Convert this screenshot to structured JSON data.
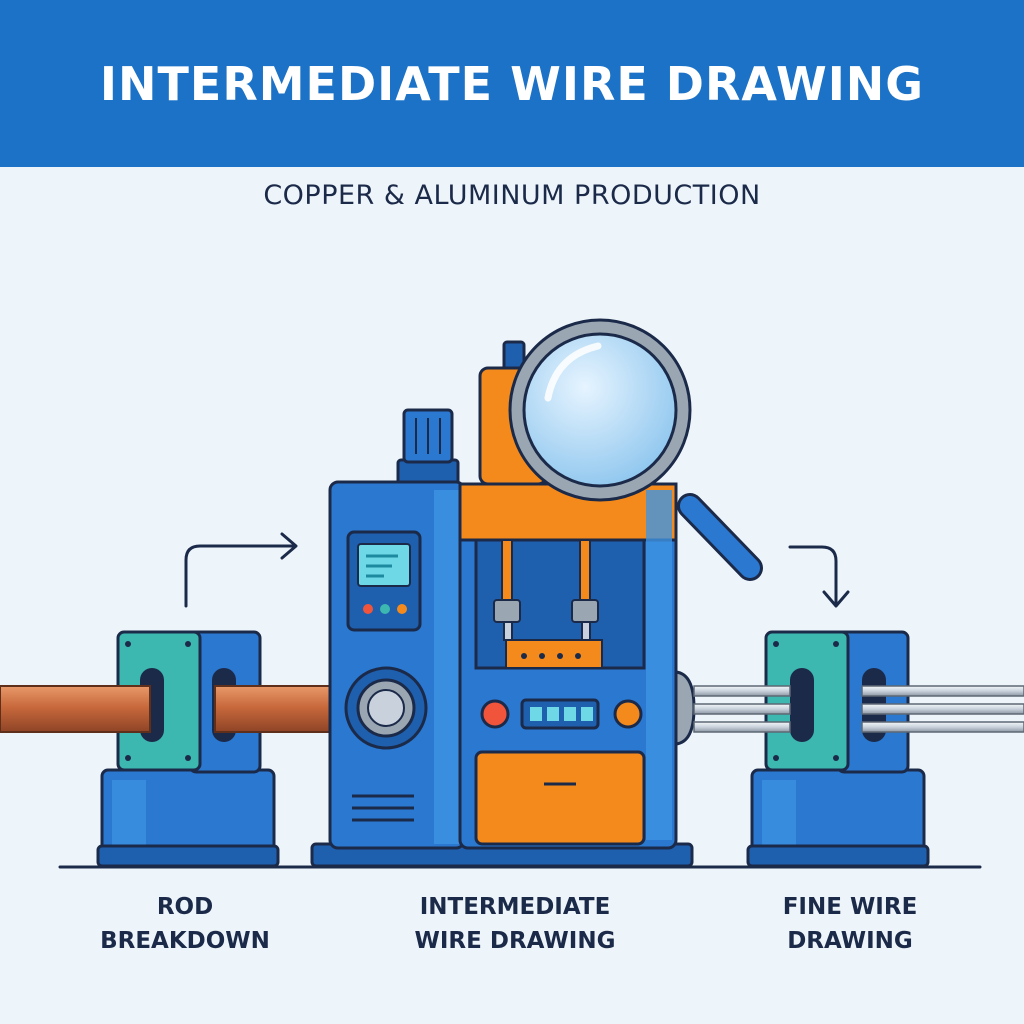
{
  "header": {
    "title": "INTERMEDIATE WIRE DRAWING",
    "subtitle": "COPPER & ALUMINUM PRODUCTION"
  },
  "stages": [
    {
      "id": "rod",
      "label": "ROD\nBREAKDOWN"
    },
    {
      "id": "intermediate",
      "label": "INTERMEDIATE\nWIRE DRAWING"
    },
    {
      "id": "fine",
      "label": "FINE WIRE\nDRAWING"
    }
  ],
  "icons": [
    "arrow-right-icon",
    "arrow-down-icon",
    "magnifying-glass-icon",
    "control-panel-icon"
  ],
  "colors": {
    "banner": "#1b72c6",
    "background": "#eef5fa",
    "machine_blue": "#2a78d0",
    "accent_orange": "#f48a1c",
    "die_teal": "#3cb8b0",
    "copper": "#c8693c",
    "aluminum": "#c9d2dc",
    "outline": "#1c2a4a"
  }
}
